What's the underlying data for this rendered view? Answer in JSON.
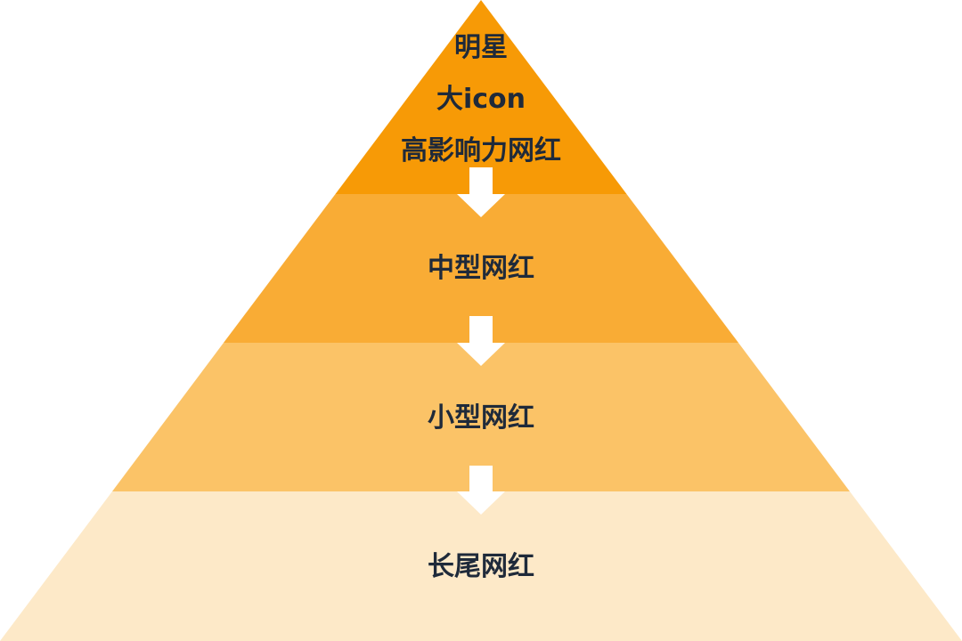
{
  "levels": [
    {
      "lines": [
        "明星",
        "大icon",
        "高影响力网红"
      ],
      "color": "#F79A06"
    },
    {
      "lines": [
        "中型网红"
      ],
      "color": "#F9AC35"
    },
    {
      "lines": [
        "小型网红"
      ],
      "color": "#FBC367"
    },
    {
      "lines": [
        "长尾网红"
      ],
      "color": "#FDE9C8"
    }
  ]
}
